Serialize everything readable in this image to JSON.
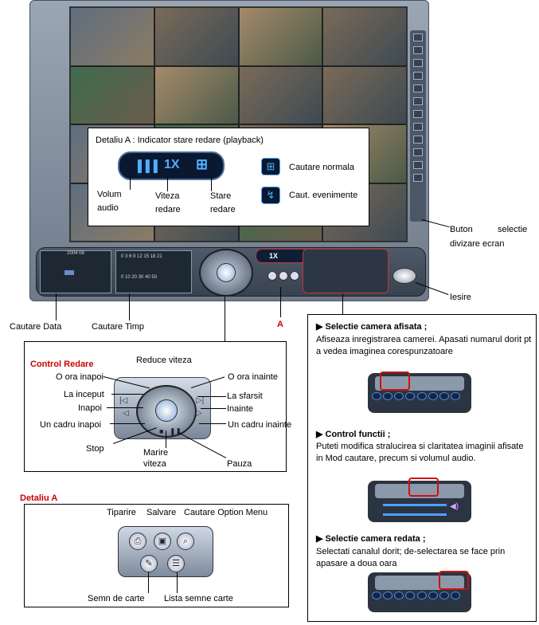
{
  "detail_top": {
    "title": "Detaliu A : Indicator stare redare (playback)",
    "speed": "1X",
    "volum": "Volum",
    "volum2": "audio",
    "viteza": "Viteza",
    "viteza2": "redare",
    "stare": "Stare",
    "stare2": "redare",
    "normal_search": "Cautare normala",
    "event_search": "Caut. evenimente"
  },
  "callouts": {
    "buton_selectie": "Buton",
    "buton_selectie_b": "selectie",
    "divizare": "divizare ecran",
    "iesire": "Iesire",
    "cautare_data": "Cautare Data",
    "cautare_timp": "Cautare Timp",
    "a_marker": "A"
  },
  "mini_indicator": {
    "speed": "1X"
  },
  "time_row1": "0  3  6  9  12 15 18 21",
  "time_row2": "0   10   20   30   40   50",
  "cal_header": "2004 08",
  "control_redare": {
    "title": "Control Redare",
    "reduce": "Reduce viteza",
    "ora_inapoi": "O ora inapoi",
    "ora_inainte": "O ora inainte",
    "la_inceput": "La inceput",
    "la_sfarsit": "La sfarsit",
    "inapoi": "Inapoi",
    "inainte": "Inainte",
    "cadru_inapoi": "Un cadru inapoi",
    "cadru_inainte": "Un cadru inainte",
    "stop": "Stop",
    "marire": "Marire",
    "marire2": "viteza",
    "pauza": "Pauza"
  },
  "detail_low": {
    "title": "Detaliu A",
    "tiparire": "Tiparire",
    "salvare": "Salvare",
    "cautare_opt": "Cautare Option Menu",
    "semn": "Semn de carte",
    "lista": "Lista semne carte"
  },
  "info": {
    "s1_title": "▶ Selectie camera afisata ;",
    "s1_text": "Afiseaza inregistrarea camerei. Apasati numarul dorit pt a vedea imaginea corespunzatoare",
    "s2_title": "▶ Control functii ;",
    "s2_text": "Puteti modifica stralucirea si claritatea imaginii afisate in Mod cautare, precum si volumul audio.",
    "s3_title": "▶ Selectie camera redata ;",
    "s3_text": "Selectati canalul dorit; de-selectarea se face prin apasare a doua oara"
  }
}
